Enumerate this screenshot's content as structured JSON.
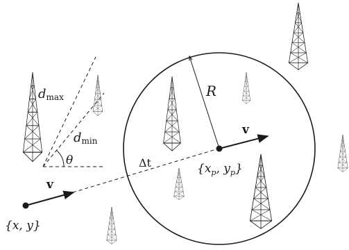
{
  "labels": {
    "d_max": "d",
    "d_max_sub": "max",
    "d_min": "d",
    "d_min_sub": "min",
    "theta": "θ",
    "radius": "R",
    "delta_t": "Δt",
    "velocity_start": "v",
    "velocity_end": "v",
    "start_pos": "{x, y}",
    "pred_pos_open": "{x",
    "pred_pos_sub_p": "p",
    "pred_pos_comma": ", y",
    "pred_pos_sub_p2": "p",
    "pred_pos_close": "}"
  },
  "towers": [
    {
      "id": "tower-left-large"
    },
    {
      "id": "tower-top-small"
    },
    {
      "id": "tower-inside-left"
    },
    {
      "id": "tower-inside-right-small"
    },
    {
      "id": "tower-inside-bottom-small"
    },
    {
      "id": "tower-inside-bottom-large"
    },
    {
      "id": "tower-top-right"
    },
    {
      "id": "tower-right-edge"
    },
    {
      "id": "tower-bottom-small"
    }
  ]
}
